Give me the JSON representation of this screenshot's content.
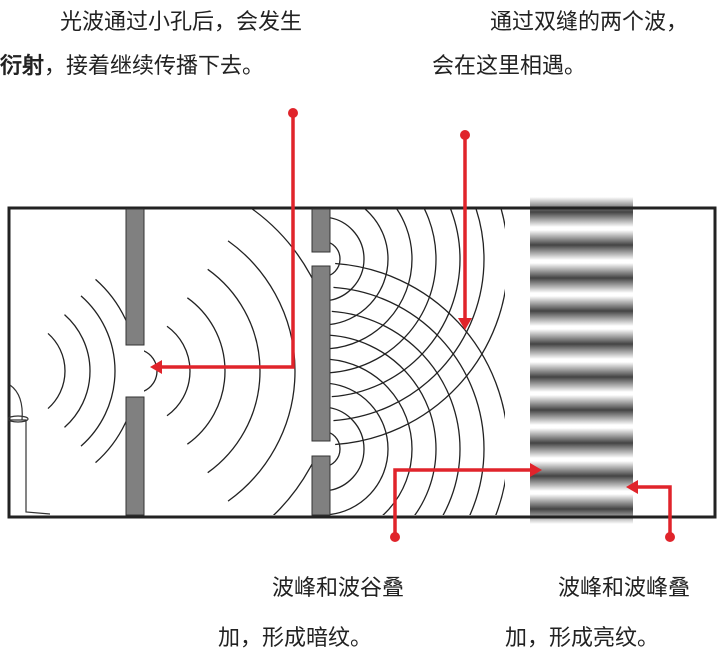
{
  "captions": {
    "top_left_line1": "光波通过小孔后，会发生",
    "top_left_bold": "衍射",
    "top_left_line2": "，接着继续传播下去。",
    "top_right_line1": "通过双缝的两个波，",
    "top_right_line2": "会在这里相遇。",
    "bottom_left_line1": "波峰和波谷叠",
    "bottom_left_line2": "加，形成暗纹。",
    "bottom_right_line1": "波峰和波峰叠",
    "bottom_right_line2": "加，形成亮纹。"
  },
  "colors": {
    "arrow": "#e0242b",
    "barrier": "#808080",
    "line": "#222222"
  },
  "fringe_count": 10
}
